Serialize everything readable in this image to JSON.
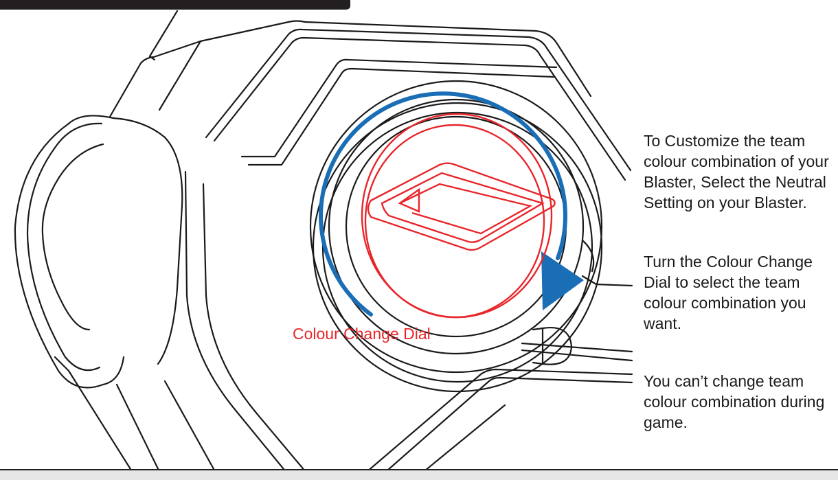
{
  "colors": {
    "background": "#ffffff",
    "ink": "#1a1a1a",
    "dial": "#e8262b",
    "arrow": "#1a6eb6",
    "top_bar": "#231f20",
    "bottom_bar": "#e6e6e7"
  },
  "labels": {
    "dial": "Colour Change Dial"
  },
  "instructions": [
    {
      "text": "To Customize the team colour combination of your Blaster, Select the Neutral Setting on your Blaster."
    },
    {
      "text": "Turn the Colour Change Dial to select the team colour combination you want."
    },
    {
      "text": "You can’t change team colour combination during game."
    }
  ]
}
